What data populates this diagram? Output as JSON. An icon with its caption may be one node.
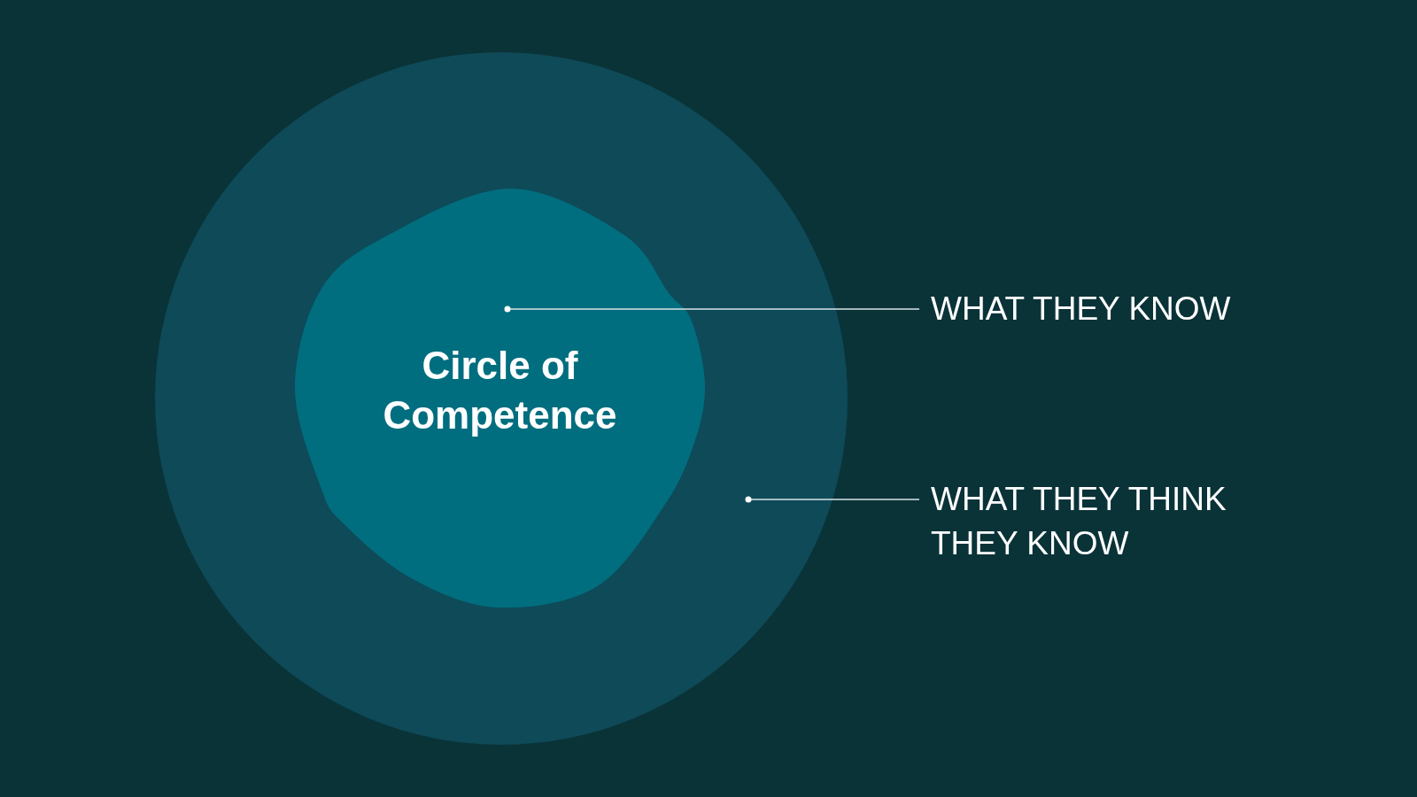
{
  "diagram": {
    "nodes": [
      {
        "text": [],
        "shape": "circle"
      },
      {
        "text": [
          "Circle of Competence"
        ],
        "in": 0
      },
      {
        "text": [
          "WHAT THEY KNOW"
        ]
      },
      {
        "text": [
          "WHAT THEY THINK THEY KNOW"
        ]
      }
    ],
    "edges": [
      {
        "from": 2,
        "to": 1,
        "arrow": "other"
      },
      {
        "from": 3,
        "to": 0,
        "arrow": "other"
      }
    ]
  }
}
